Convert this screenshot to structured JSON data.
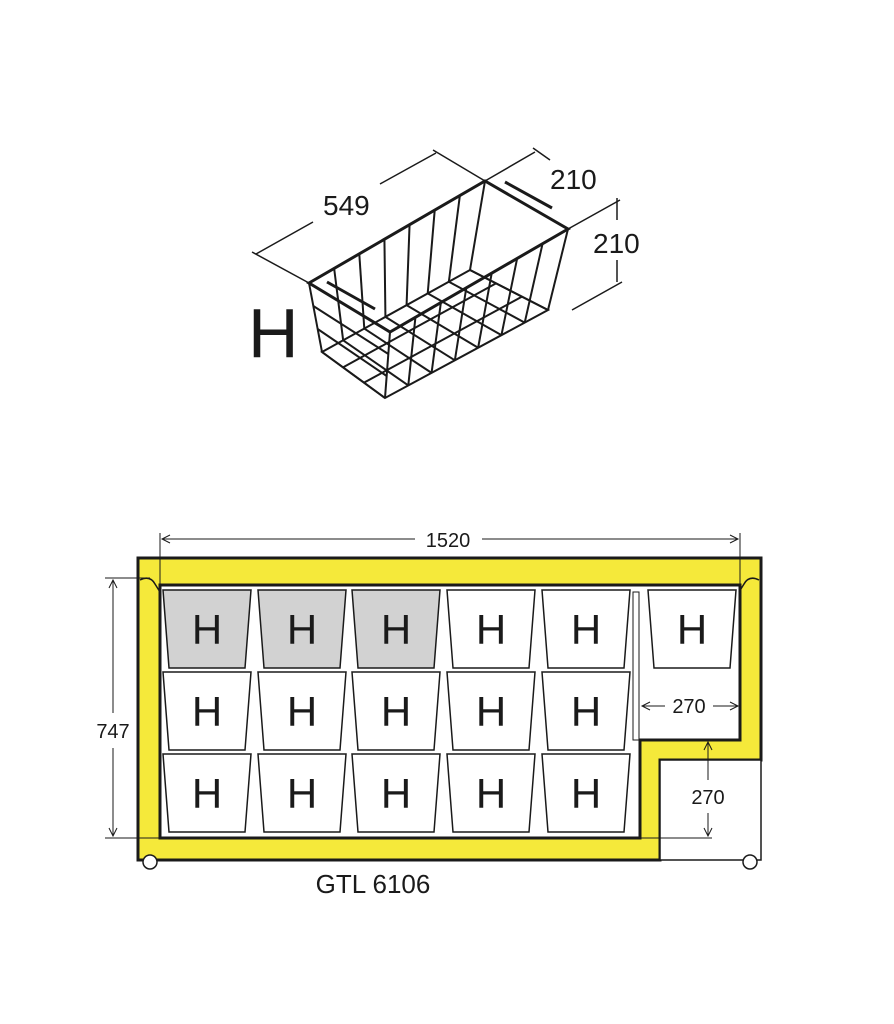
{
  "basket": {
    "label": "H",
    "dim_length": "549",
    "dim_width": "210",
    "dim_height": "210"
  },
  "freezer": {
    "model": "GTL 6106",
    "dim_width": "1520",
    "dim_height": "747",
    "dim_step_width": "270",
    "dim_step_height": "270",
    "basket_label": "H",
    "highlighted_baskets": 3,
    "colors": {
      "body": "#f5e93a",
      "highlight": "#d2d2d2",
      "outline": "#1a1a1a"
    }
  }
}
